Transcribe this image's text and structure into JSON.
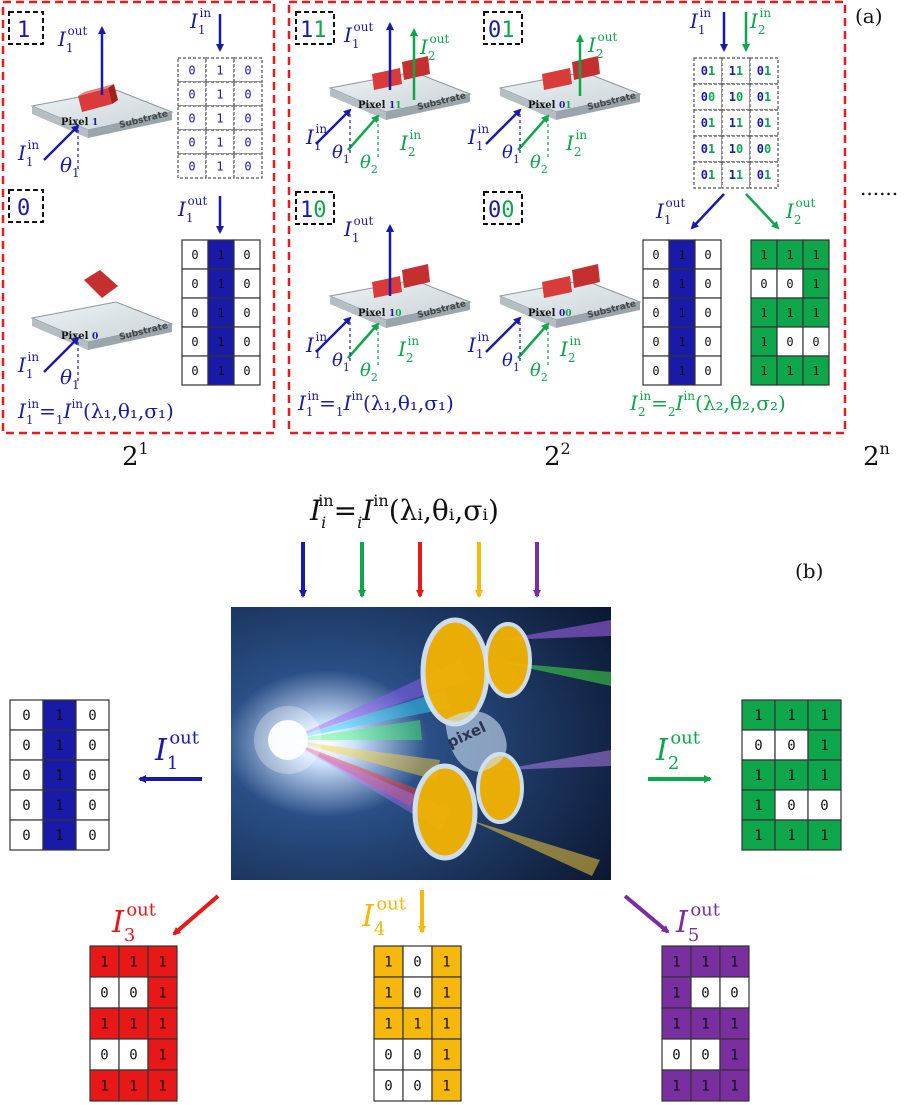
{
  "panel_a": {
    "label": "(a)",
    "bottom_labels": {
      "base": "2",
      "exp_1": "1",
      "exp_2": "2",
      "exp_n": "n"
    },
    "dots": "......",
    "box1": {
      "states": [
        "1",
        "0"
      ],
      "pixel_caption_1": "Pixel",
      "pixel_code_1": "1",
      "pixel_caption_0": "Pixel",
      "pixel_code_0": "0",
      "substrate": "Substrate",
      "theta": "θ",
      "theta_sub": "1",
      "eq_lhs": "I",
      "eq_lhs_sub": "1",
      "eq_lhs_sup": "in",
      "eq_rhs_pre": "=",
      "eq_rhs_sub": "1",
      "eq_rhs_I": "I",
      "eq_rhs_sup": "in",
      "eq_rhs_args": "(λ₁,θ₁,σ₁)",
      "grid_in": [
        [
          "0",
          "1",
          "0"
        ],
        [
          "0",
          "1",
          "0"
        ],
        [
          "0",
          "1",
          "0"
        ],
        [
          "0",
          "1",
          "0"
        ],
        [
          "0",
          "1",
          "0"
        ]
      ],
      "grid_out": [
        [
          "0",
          "1",
          "0"
        ],
        [
          "0",
          "1",
          "0"
        ],
        [
          "0",
          "1",
          "0"
        ],
        [
          "0",
          "1",
          "0"
        ],
        [
          "0",
          "1",
          "0"
        ]
      ]
    },
    "box2": {
      "states": [
        "11",
        "01",
        "10",
        "00"
      ],
      "pixel_caption": "Pixel",
      "pixel_codes": [
        "11",
        "01",
        "10",
        "00"
      ],
      "substrate": "Substrate",
      "theta": "θ",
      "theta_sub_1": "1",
      "theta_sub_2": "2",
      "eq1_args": "(λ₁,θ₁,σ₁)",
      "eq2_args": "(λ₂,θ₂,σ₂)",
      "grid_in": [
        [
          "01",
          "11",
          "01"
        ],
        [
          "00",
          "10",
          "01"
        ],
        [
          "01",
          "11",
          "01"
        ],
        [
          "01",
          "10",
          "00"
        ],
        [
          "01",
          "11",
          "01"
        ]
      ],
      "grid_out1": [
        [
          "0",
          "1",
          "0"
        ],
        [
          "0",
          "1",
          "0"
        ],
        [
          "0",
          "1",
          "0"
        ],
        [
          "0",
          "1",
          "0"
        ],
        [
          "0",
          "1",
          "0"
        ]
      ],
      "grid_out2": [
        [
          "1",
          "1",
          "1"
        ],
        [
          "0",
          "0",
          "1"
        ],
        [
          "1",
          "1",
          "1"
        ],
        [
          "1",
          "0",
          "0"
        ],
        [
          "1",
          "1",
          "1"
        ]
      ]
    }
  },
  "panel_b": {
    "label": "(b)",
    "top_eq_args": "(λᵢ,θᵢ,σᵢ)",
    "eq_sub_i": "i",
    "photo_text": "pixel",
    "outputs": [
      {
        "index": "1",
        "color": "#1a1aa8",
        "grid": [
          [
            "0",
            "1",
            "0"
          ],
          [
            "0",
            "1",
            "0"
          ],
          [
            "0",
            "1",
            "0"
          ],
          [
            "0",
            "1",
            "0"
          ],
          [
            "0",
            "1",
            "0"
          ]
        ]
      },
      {
        "index": "2",
        "color": "#0ea64b",
        "grid": [
          [
            "1",
            "1",
            "1"
          ],
          [
            "0",
            "0",
            "1"
          ],
          [
            "1",
            "1",
            "1"
          ],
          [
            "1",
            "0",
            "0"
          ],
          [
            "1",
            "1",
            "1"
          ]
        ]
      },
      {
        "index": "3",
        "color": "#e81818",
        "grid": [
          [
            "1",
            "1",
            "1"
          ],
          [
            "0",
            "0",
            "1"
          ],
          [
            "1",
            "1",
            "1"
          ],
          [
            "0",
            "0",
            "1"
          ],
          [
            "1",
            "1",
            "1"
          ]
        ]
      },
      {
        "index": "4",
        "color": "#f6b80c",
        "grid": [
          [
            "1",
            "0",
            "1"
          ],
          [
            "1",
            "0",
            "1"
          ],
          [
            "1",
            "1",
            "1"
          ],
          [
            "0",
            "0",
            "1"
          ],
          [
            "0",
            "0",
            "1"
          ]
        ]
      },
      {
        "index": "5",
        "color": "#7a2fa0",
        "grid": [
          [
            "1",
            "1",
            "1"
          ],
          [
            "1",
            "0",
            "0"
          ],
          [
            "1",
            "1",
            "1"
          ],
          [
            "0",
            "0",
            "1"
          ],
          [
            "1",
            "1",
            "1"
          ]
        ]
      }
    ]
  },
  "sym": {
    "I": "I",
    "in": "in",
    "out": "out",
    "eq": "="
  },
  "colors": {
    "blue": "#1a1aa8",
    "green": "#0ea64b",
    "red": "#e81818",
    "yellow": "#f6b80c",
    "purple": "#7a2fa0",
    "dash_red": "#e41e1e",
    "substrate_top": "#dfe6ea",
    "block": "#d93a3a"
  }
}
